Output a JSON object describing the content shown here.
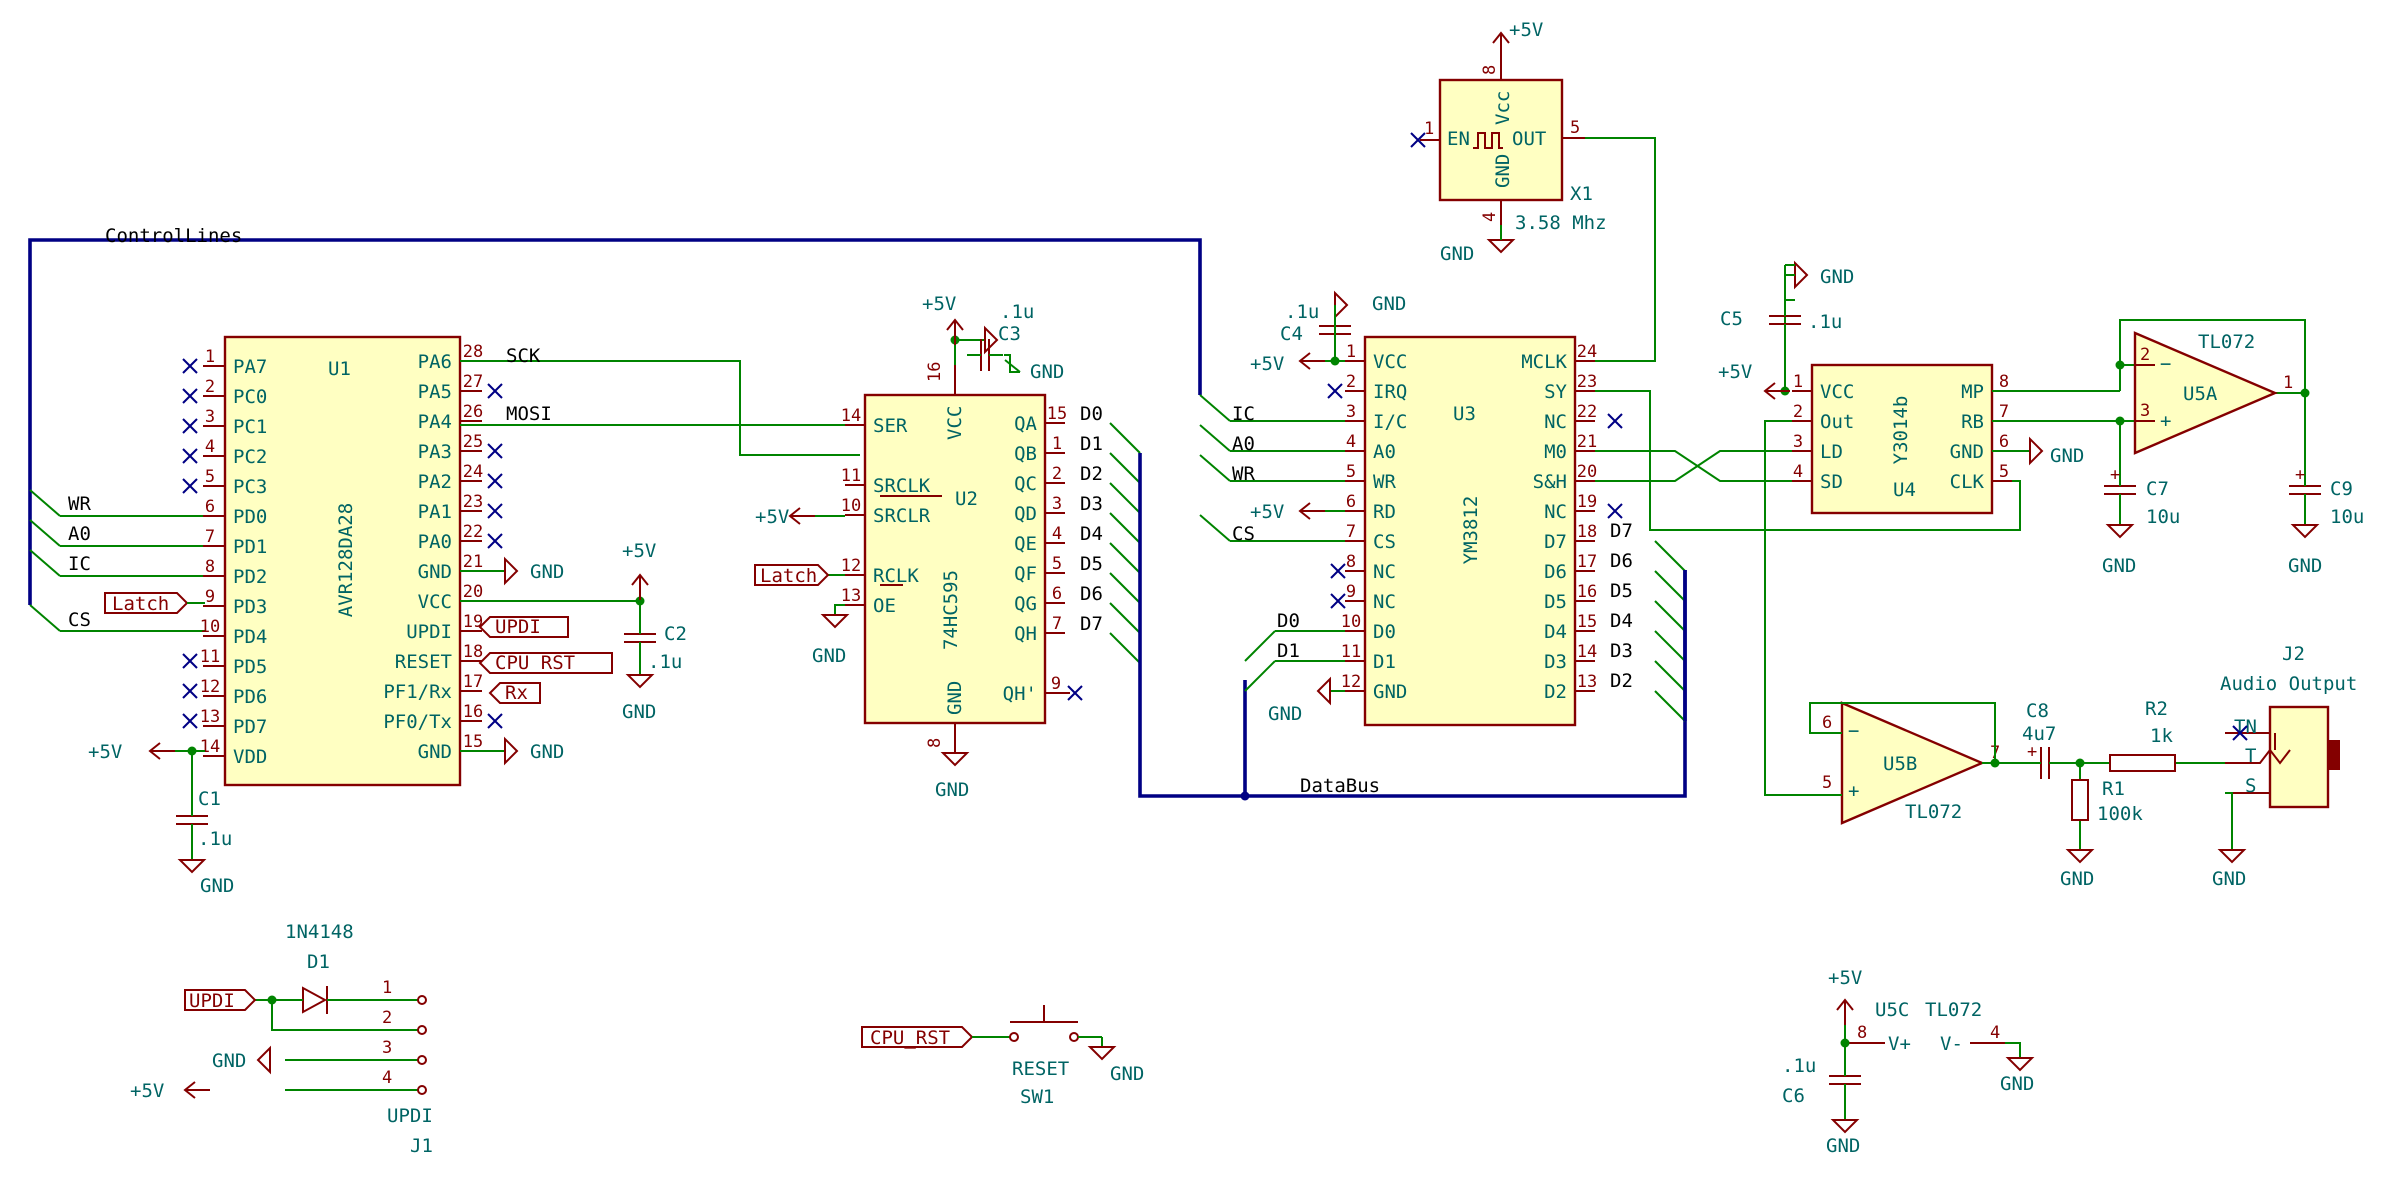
{
  "buses": {
    "control": "ControlLines",
    "data": "DataBus"
  },
  "u1": {
    "ref": "U1",
    "value": "AVR128DA28",
    "left": [
      [
        "PA7",
        "1"
      ],
      [
        "PC0",
        "2"
      ],
      [
        "PC1",
        "3"
      ],
      [
        "PC2",
        "4"
      ],
      [
        "PC3",
        "5"
      ],
      [
        "PD0",
        "6"
      ],
      [
        "PD1",
        "7"
      ],
      [
        "PD2",
        "8"
      ],
      [
        "PD3",
        "9"
      ],
      [
        "PD4",
        "10"
      ],
      [
        "PD5",
        "11"
      ],
      [
        "PD6",
        "12"
      ],
      [
        "PD7",
        "13"
      ],
      [
        "VDD",
        "14"
      ]
    ],
    "right": [
      [
        "PA6",
        "28"
      ],
      [
        "PA5",
        "27"
      ],
      [
        "PA4",
        "26"
      ],
      [
        "PA3",
        "25"
      ],
      [
        "PA2",
        "24"
      ],
      [
        "PA1",
        "23"
      ],
      [
        "PA0",
        "22"
      ],
      [
        "GND",
        "21"
      ],
      [
        "VCC",
        "20"
      ],
      [
        "UPDI",
        "19"
      ],
      [
        "RESET",
        "18"
      ],
      [
        "PF1/Rx",
        "17"
      ],
      [
        "PF0/Tx",
        "16"
      ],
      [
        "GND",
        "15"
      ]
    ]
  },
  "u2": {
    "ref": "U2",
    "value": "74HC595",
    "left": [
      [
        "SER",
        "14"
      ],
      [
        "SRCLK",
        "11"
      ],
      [
        "SRCLR",
        "10"
      ],
      [
        "RCLK",
        "12"
      ],
      [
        "OE",
        "13"
      ]
    ],
    "right": [
      [
        "QA",
        "15"
      ],
      [
        "QB",
        "1"
      ],
      [
        "QC",
        "2"
      ],
      [
        "QD",
        "3"
      ],
      [
        "QE",
        "4"
      ],
      [
        "QF",
        "5"
      ],
      [
        "QG",
        "6"
      ],
      [
        "QH",
        "7"
      ],
      [
        "QH'",
        "9"
      ]
    ],
    "top": [
      "VCC",
      "16"
    ],
    "bottom": [
      "GND",
      "8"
    ]
  },
  "u3": {
    "ref": "U3",
    "value": "YM3812",
    "left": [
      [
        "VCC",
        "1"
      ],
      [
        "IRQ",
        "2"
      ],
      [
        "I/C",
        "3"
      ],
      [
        "A0",
        "4"
      ],
      [
        "WR",
        "5"
      ],
      [
        "RD",
        "6"
      ],
      [
        "CS",
        "7"
      ],
      [
        "NC",
        "8"
      ],
      [
        "NC",
        "9"
      ],
      [
        "D0",
        "10"
      ],
      [
        "D1",
        "11"
      ],
      [
        "GND",
        "12"
      ]
    ],
    "right": [
      [
        "MCLK",
        "24"
      ],
      [
        "SY",
        "23"
      ],
      [
        "NC",
        "22"
      ],
      [
        "M0",
        "21"
      ],
      [
        "S&H",
        "20"
      ],
      [
        "NC",
        "19"
      ],
      [
        "D7",
        "18"
      ],
      [
        "D6",
        "17"
      ],
      [
        "D5",
        "16"
      ],
      [
        "D4",
        "15"
      ],
      [
        "D3",
        "14"
      ],
      [
        "D2",
        "13"
      ]
    ]
  },
  "u4": {
    "ref": "U4",
    "value": "Y3014b",
    "left": [
      [
        "VCC",
        "1"
      ],
      [
        "Out",
        "2"
      ],
      [
        "LD",
        "3"
      ],
      [
        "SD",
        "4"
      ]
    ],
    "right": [
      [
        "MP",
        "8"
      ],
      [
        "RB",
        "7"
      ],
      [
        "GND",
        "6"
      ],
      [
        "CLK",
        "5"
      ]
    ]
  },
  "u5a": {
    "ref": "U5A",
    "value": "TL072",
    "pins": [
      "2",
      "3",
      "1"
    ]
  },
  "u5b": {
    "ref": "U5B",
    "value": "TL072",
    "pins": [
      "6",
      "5",
      "7"
    ]
  },
  "u5c": {
    "ref": "U5C",
    "value": "TL072",
    "vp": "V+",
    "vm": "V-",
    "p8": "8",
    "p4": "4"
  },
  "x1": {
    "ref": "X1",
    "value": "3.58 Mhz",
    "en": "EN",
    "vcc": "Vcc",
    "gnd": "GND",
    "out": "OUT",
    "pins": [
      "1",
      "8",
      "4",
      "5"
    ]
  },
  "caps": {
    "c1": [
      "C1",
      ".1u"
    ],
    "c2": [
      "C2",
      ".1u"
    ],
    "c3": [
      "C3",
      ".1u"
    ],
    "c4": [
      "C4",
      ".1u"
    ],
    "c5": [
      "C5",
      ".1u"
    ],
    "c6": [
      "C6",
      ".1u"
    ],
    "c7": [
      "C7",
      "10u"
    ],
    "c8": [
      "C8",
      "4u7"
    ],
    "c9": [
      "C9",
      "10u"
    ]
  },
  "r1": [
    "R1",
    "100k"
  ],
  "r2": [
    "R2",
    "1k"
  ],
  "d1": [
    "D1",
    "1N4148"
  ],
  "j1": {
    "ref": "J1",
    "value": "UPDI",
    "pins": [
      "1",
      "2",
      "3",
      "4"
    ]
  },
  "j2": {
    "ref": "J2",
    "value": "Audio Output",
    "tn": "TN",
    "t": "T",
    "s": "S"
  },
  "sw1": {
    "ref": "SW1",
    "value": "RESET"
  },
  "power": {
    "vcc": "+5V",
    "gnd": "GND"
  },
  "labels": {
    "latch": "Latch",
    "updi": "UPDI",
    "cpurst": "CPU_RST",
    "rx": "Rx"
  },
  "nets": {
    "wr": "WR",
    "a0": "A0",
    "ic": "IC",
    "cs": "CS",
    "sck": "SCK",
    "mosi": "MOSI",
    "d": [
      "D0",
      "D1",
      "D2",
      "D3",
      "D4",
      "D5",
      "D6",
      "D7"
    ]
  }
}
